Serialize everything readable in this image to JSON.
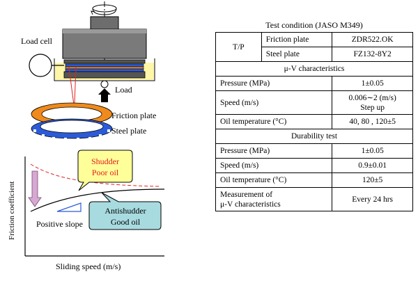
{
  "diagram": {
    "load_cell_label": "Load cell",
    "load_label": "Load",
    "friction_plate_label": "Friction plate",
    "steel_plate_label": "Steel plate",
    "shudder_line1": "Shudder",
    "shudder_line2": "Poor oil",
    "antishudder_line1": "Antishudder",
    "antishudder_line2": "Good oil",
    "positive_slope_label": "Positive slope",
    "y_axis_label": "Friction coefficient",
    "x_axis_label": "Sliding speed (m/s)",
    "colors": {
      "friction_plate": "#f08a1c",
      "steel_plate": "#2b5bd8",
      "shudder_box": "#ffff99",
      "shudder_text": "#e31b1b",
      "antishudder_box": "#a8dbe0",
      "dashed_curve": "#e32222",
      "down_arrow": "#d7a8d2",
      "oil": "#fff6a8"
    }
  },
  "table": {
    "caption": "Test condition (JASO M349)",
    "tp_label": "T/P",
    "friction_plate_label": "Friction plate",
    "friction_plate_value": "ZDR522.OK",
    "steel_plate_label": "Steel plate",
    "steel_plate_value": "FZ132-8Y2",
    "uv_section": "μ-V characteristics",
    "uv_pressure_label": "Pressure (MPa)",
    "uv_pressure_value": "1±0.05",
    "uv_speed_label": "Speed (m/s)",
    "uv_speed_value_line1": "0.006∼2 (m/s)",
    "uv_speed_value_line2": "Step up",
    "uv_oil_label": "Oil temperature (°C)",
    "uv_oil_value": "40, 80 , 120±5",
    "durability_section": "Durability test",
    "dur_pressure_label": "Pressure (MPa)",
    "dur_pressure_value": "1±0.05",
    "dur_speed_label": "Speed (m/s)",
    "dur_speed_value": "0.9±0.01",
    "dur_oil_label": "Oil temperature (°C)",
    "dur_oil_value": "120±5",
    "measurement_label_line1": "Measurement of",
    "measurement_label_line2": "μ-V characteristics",
    "measurement_value": "Every 24 hrs"
  }
}
